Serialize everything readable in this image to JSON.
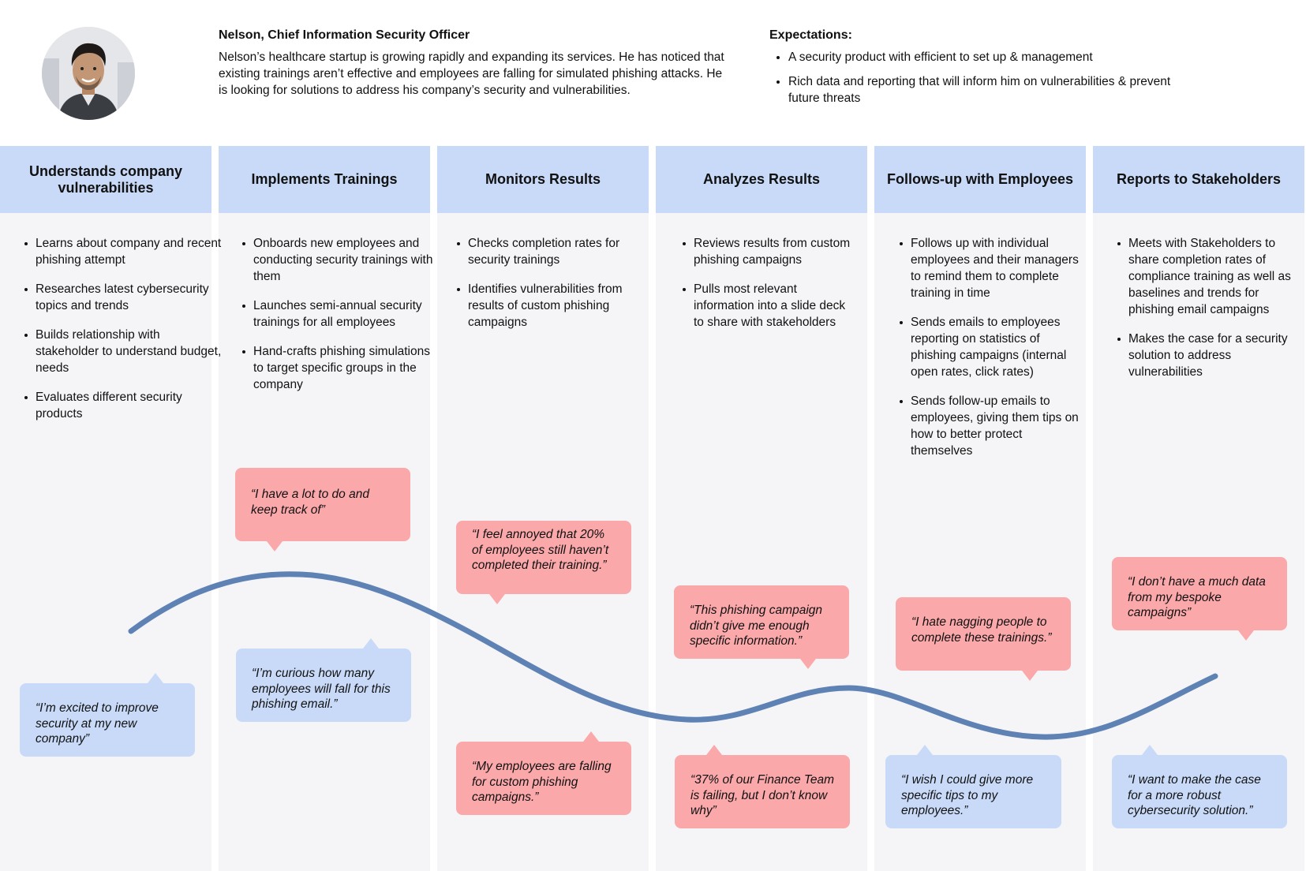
{
  "persona": {
    "name": "Nelson, Chief Information Security Officer",
    "description": "Nelson’s healthcare startup is growing rapidly and expanding its services. He has noticed that existing trainings aren’t effective and employees are falling for simulated phishing attacks. He is looking for solutions to address his company’s security and vulnerabilities.",
    "expectations_title": "Expectations:",
    "expectations": [
      "A security product with efficient to set up & management",
      "Rich data and reporting that will inform him on vulnerabilities & prevent future threats"
    ]
  },
  "stages": [
    {
      "title": "Understands company vulnerabilities",
      "items": [
        "Learns about company and recent phishing attempt",
        "Researches latest cybersecurity topics and trends",
        "Builds relationship with stakeholder to understand budget, needs",
        "Evaluates different security products"
      ]
    },
    {
      "title": "Implements Trainings",
      "items": [
        "Onboards new employees and conducting security trainings with them",
        "Launches semi-annual security trainings for all employees",
        "Hand-crafts phishing simulations to target specific groups in the company"
      ]
    },
    {
      "title": "Monitors Results",
      "items": [
        "Checks completion rates for security trainings",
        "Identifies vulnerabilities from results of custom phishing campaigns"
      ]
    },
    {
      "title": "Analyzes Results",
      "items": [
        "Reviews results from custom phishing campaigns",
        "Pulls most relevant information into a slide deck to share with stakeholders"
      ]
    },
    {
      "title": "Follows-up with Employees",
      "items": [
        "Follows up with individual employees and their managers to remind them to complete training in time",
        "Sends emails to employees reporting on statistics of phishing campaigns (internal open rates, click rates)",
        "Sends follow-up emails to employees, giving them tips on how to better protect themselves"
      ]
    },
    {
      "title": "Reports to Stakeholders",
      "items": [
        "Meets with Stakeholders to share completion rates of compliance training as well as baselines and trends for phishing email campaigns",
        "Makes the case for a security solution to address vulnerabilities"
      ]
    }
  ],
  "quotes": [
    {
      "text": "“I’m excited to improve security at my new company”",
      "sentiment": "positive"
    },
    {
      "text": "“I have a lot to do and keep track of”",
      "sentiment": "negative"
    },
    {
      "text": "“I’m curious how many employees will fall for this phishing email.”",
      "sentiment": "positive"
    },
    {
      "text": "“I feel annoyed that 20% of employees still haven’t completed their training.”",
      "sentiment": "negative"
    },
    {
      "text": "“My employees are falling for custom phishing campaigns.”",
      "sentiment": "negative"
    },
    {
      "text": "“This phishing campaign didn’t give me enough specific information.”",
      "sentiment": "negative"
    },
    {
      "text": "“37% of our Finance Team is failing, but I don’t know why”",
      "sentiment": "negative"
    },
    {
      "text": "“I hate nagging people to complete these trainings.”",
      "sentiment": "negative"
    },
    {
      "text": "“I wish I could give more specific tips to my employees.”",
      "sentiment": "positive"
    },
    {
      "text": "“I don’t have a much data from my bespoke campaigns”",
      "sentiment": "negative"
    },
    {
      "text": "“I want to make the case for a more robust cybersecurity solution.”",
      "sentiment": "positive"
    }
  ],
  "colors": {
    "header_fill": "#c8daf8",
    "column_fill": "#f5f5f8",
    "positive_bubble": "#c8daf8",
    "negative_bubble": "#fba8ab",
    "curve": "#5f82b4"
  },
  "icons": {
    "avatar": "persona-photo"
  }
}
